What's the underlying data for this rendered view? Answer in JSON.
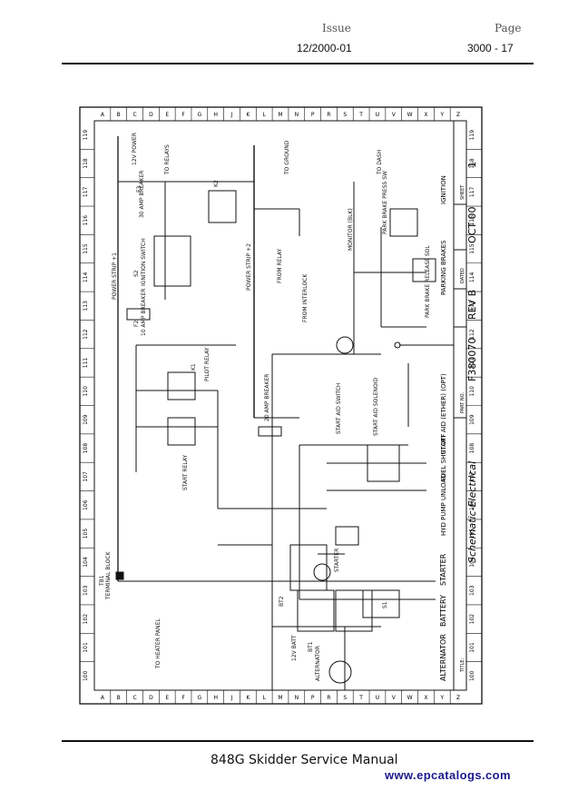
{
  "header": {
    "issue_label": "Issue",
    "issue_value": "12/2000-01",
    "page_label": "Page",
    "page_value": "3000 - 17"
  },
  "footer": {
    "manual_title": "848G Skidder Service Manual",
    "website": "www.epcatalogs.com"
  },
  "schematic": {
    "grid_letters": [
      "A",
      "B",
      "C",
      "D",
      "E",
      "F",
      "G",
      "H",
      "J",
      "K",
      "L",
      "M",
      "N",
      "P",
      "R",
      "S",
      "T",
      "U",
      "V",
      "W",
      "X",
      "Y",
      "Z"
    ],
    "grid_numbers": [
      "100",
      "101",
      "102",
      "103",
      "104",
      "105",
      "106",
      "107",
      "108",
      "109",
      "110",
      "111",
      "112",
      "113",
      "114",
      "115",
      "116",
      "117",
      "118",
      "119"
    ],
    "title_block": {
      "title_label": "TITLE:",
      "title": "Schematic-Electrical",
      "part_no_label": "PART NO.",
      "part_no": "F380070",
      "rev": "REV B",
      "dated_label": "DATED",
      "date": "OCT 00",
      "sheet_label": "SHEET",
      "sheet": "1"
    },
    "section_labels": [
      "ALTERNATOR",
      "BATTERY",
      "STARTER",
      "HYD PUMP UNLOAD",
      "FUEL SHUTOFF",
      "START AID (ETHER) (OPT)",
      "PARKING BRAKES",
      "IGNITION"
    ],
    "components": [
      "12V BATT",
      "BT1",
      "BT2",
      "ALTERNATOR",
      "STARTER",
      "S1",
      "S2",
      "K1",
      "K2",
      "F2",
      "F3",
      "TB1",
      "START RELAY",
      "PILOT RELAY",
      "IGNITION SWITCH",
      "PARK BRAKE RELEASE SOL",
      "PARK BRAKE PRESS SW",
      "START AID SWITCH",
      "START AID SOLENOID",
      "TERMINAL BLOCK",
      "TO HEATER PANEL",
      "TO GROUND",
      "TO RELAYS",
      "TO DASH",
      "12V POWER",
      "POWER STRIP +1",
      "POWER STRIP +2",
      "10 AMP BREAKER",
      "30 AMP BREAKER",
      "20 AMP BREAKER",
      "FROM INTERLOCK",
      "FROM RELAY",
      "MONITOR (BLK)"
    ]
  }
}
